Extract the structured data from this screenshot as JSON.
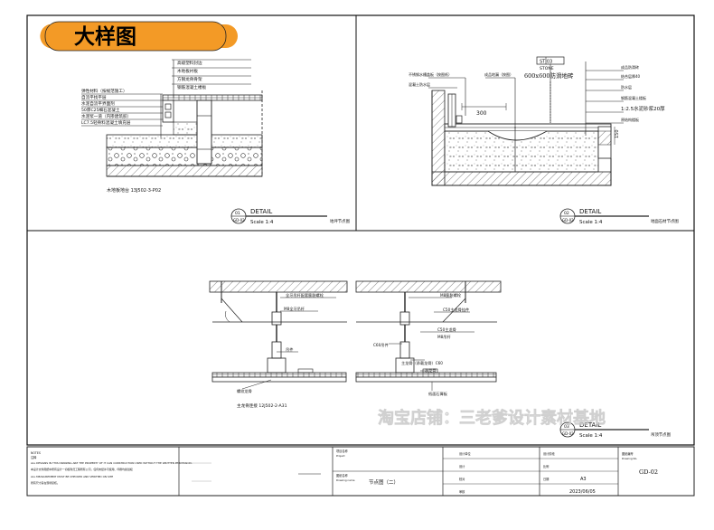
{
  "badge": {
    "text": "大样图",
    "color": "#F39A26"
  },
  "details": [
    {
      "id": "detail-1",
      "number": "01",
      "sheet": "GD-02",
      "title": "DETAIL",
      "scale": "Scale 1:4",
      "caption": "地坪节点图",
      "sub_caption": "木地板地台 13J502-3-P02",
      "labels_right": [
        "高级塑料封边",
        "木地板衬板",
        "方钢龙骨骨架",
        "钢筋混凝土楼板"
      ],
      "labels_left": [
        "弹性材料（按规范施工）",
        "自流平找平层",
        "水泥自流平界面剂",
        "50厚C25细石混凝土",
        "水泥浆一道（内掺建筑胶）",
        "LC7.5轻骨料混凝土填充层"
      ]
    },
    {
      "id": "detail-2",
      "number": "02",
      "sheet": "GD-02",
      "title": "DETAIL",
      "scale": "Scale 1:4",
      "caption": "地面石材节点图",
      "tag_code": "ST 03",
      "tag_name": "STONE",
      "tile_spec": "600x600防滑地砖",
      "dim_300": "300",
      "dim_150": "150",
      "labels_left": [
        "不锈钢水槽盖板（按图纸）",
        "混凝土防水层",
        "成品地漏（按图）"
      ],
      "labels_right": [
        "成品防滑砖",
        "结合层厚40",
        "防水层",
        "钢筋混凝土楼板",
        "1:2.5水泥砂浆20厚找平层",
        "原结构楼板"
      ],
      "dim_40": "40",
      "mortar_spec": "1:2.5水泥砂浆20厚"
    },
    {
      "id": "detail-3",
      "number": "03",
      "sheet": "GD-02",
      "title": "DETAIL",
      "scale": "Scale 1:4",
      "caption": "吊顶节点图",
      "sub_caption": "主龙骨连接 12J502-2-A31",
      "labels_a": [
        "全牙吊杆配套膨胀螺栓",
        "M8全牙吊杆",
        "吊件",
        "螺纹龙骨"
      ],
      "labels_b": [
        "M8膨胀螺栓",
        "C50主龙骨挂件",
        "C50主龙骨",
        "M8吊杆",
        "主龙骨（承载龙骨）C60",
        "次龙骨",
        "纸面石膏板",
        "C60吊件"
      ]
    }
  ],
  "title_block": {
    "notes_header": "NOTES",
    "notes_cn": "注释",
    "notes": [
      "ALL DESIGNS IN THIS DRAWING ARE THE PROPERTY OF IT CAN CONSTRUCTION USED WITHOUT THE WRITTEN PERMISSION.",
      "本设计文件图纸中所有设计一切权利归工程所有公司，任何未经许可使用、印刷均属侵权",
      "ALL MEASUREMENT MUST BE CHECKED AND VERIFIED ON SITE",
      "所有尺寸需在现场复核。"
    ],
    "project_label": "项目名称",
    "project_label_en": "Project",
    "drawing_name_label": "图纸名称",
    "drawing_name_label_en": "Drawing name",
    "drawing_name": "节点图（二）",
    "designer_label": "设计单位",
    "drawn_label": "设计",
    "checked_label": "校对",
    "approved_label": "审核",
    "stage_label": "设计阶段",
    "scale_label": "比例",
    "scale_value": "A3",
    "date_label": "日期",
    "date_value": "2023/06/05",
    "drawing_no_label": "图纸编号",
    "drawing_no_label_en": "Drawing No.",
    "drawing_no": "GD-02"
  },
  "watermark": "淘宝店铺：三老爹设计素材基地"
}
